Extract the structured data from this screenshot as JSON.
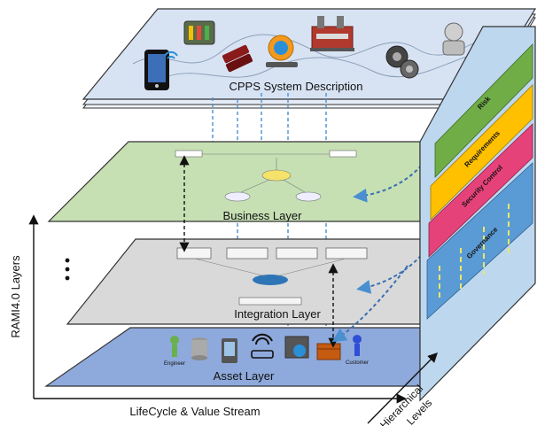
{
  "system_description_label": "CPPS System Description",
  "layers": {
    "business": "Business Layer",
    "integration": "Integration Layer",
    "asset": "Asset Layer"
  },
  "axes": {
    "vertical": "RAMI4.0 Layers",
    "horizontal": "LifeCycle & Value Stream",
    "depth_line1": "Hierarchical",
    "depth_line2": "Levels"
  },
  "side_panel": {
    "risk": "Risk",
    "requirements": "Requirements",
    "security_control": "Security Control",
    "governance": "Governance"
  },
  "asset_people": {
    "left": "Engineer",
    "right": "Customer"
  },
  "colors": {
    "top_plane": "#d7e3f3",
    "business_plane": "#c6e0b4",
    "integration_plane": "#d9d9d9",
    "asset_plane": "#8ea9db",
    "side_panel": "#bdd7ee",
    "risk": "#70ad47",
    "requirements": "#ffc000",
    "security_control": "#e6427a",
    "governance": "#5b9bd5",
    "flow_arrow": "#4a8fd0"
  }
}
